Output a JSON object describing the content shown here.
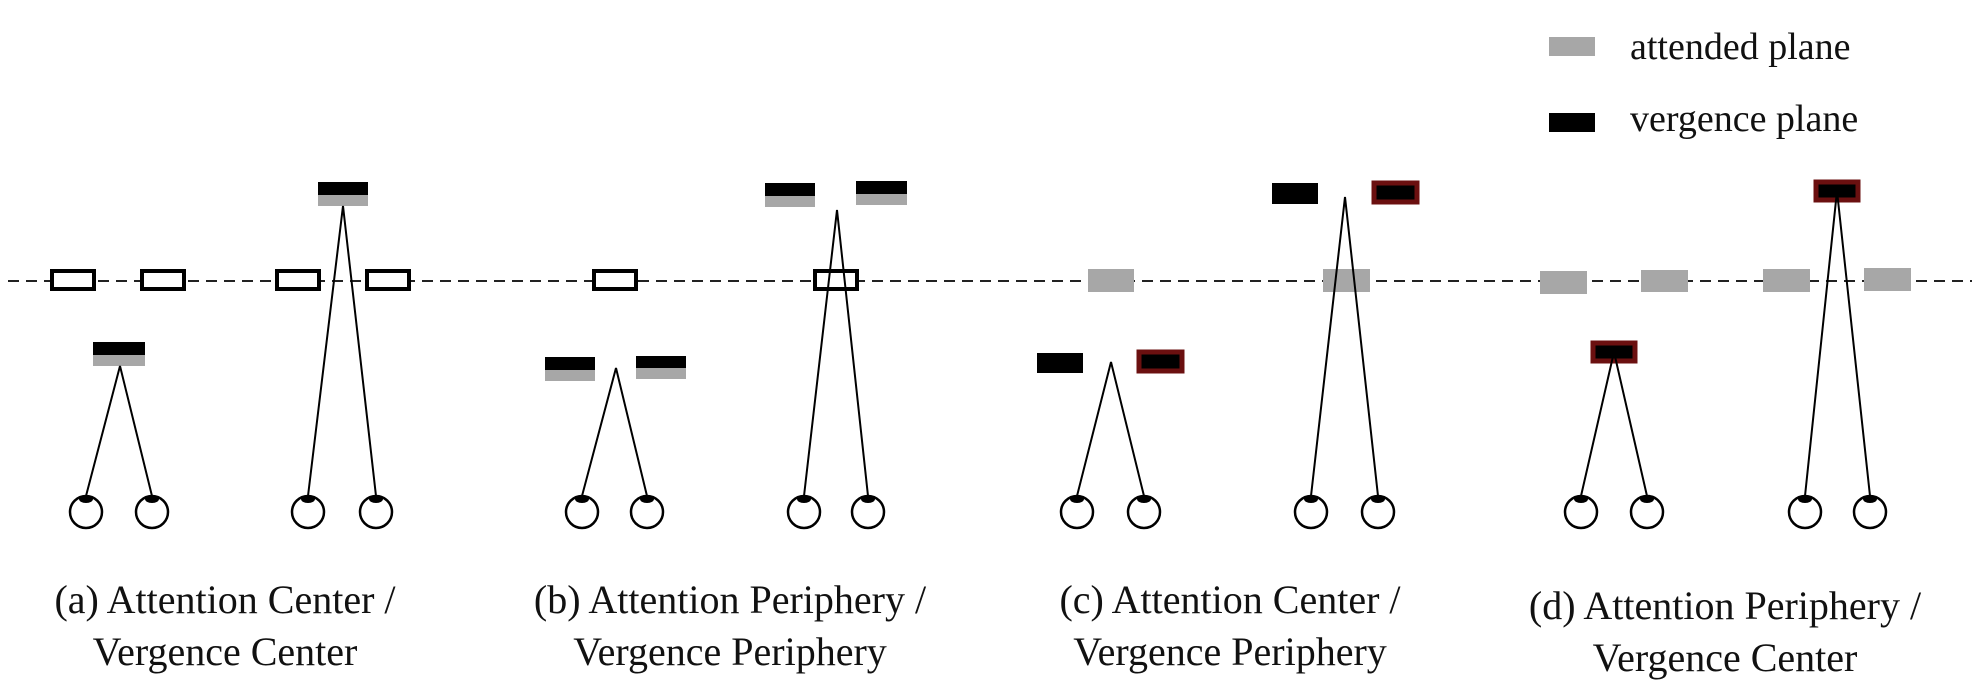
{
  "legend": {
    "attended": {
      "label": "attended plane",
      "color": "#a7a7a7"
    },
    "vergence": {
      "label": "vergence plane",
      "color": "#000000"
    }
  },
  "colors": {
    "outline": "#000000",
    "highlight": "#6b1010",
    "line": "#000000"
  },
  "panels": [
    {
      "id": "a",
      "caption_line1": "(a) Attention Center /",
      "caption_line2": "Vergence Center"
    },
    {
      "id": "b",
      "caption_line1": "(b) Attention Periphery /",
      "caption_line2": "Vergence Periphery"
    },
    {
      "id": "c",
      "caption_line1": "(c) Attention Center /",
      "caption_line2": "Vergence Periphery"
    },
    {
      "id": "d",
      "caption_line1": "(d) Attention Periphery /",
      "caption_line2": "Vergence Center"
    }
  ]
}
